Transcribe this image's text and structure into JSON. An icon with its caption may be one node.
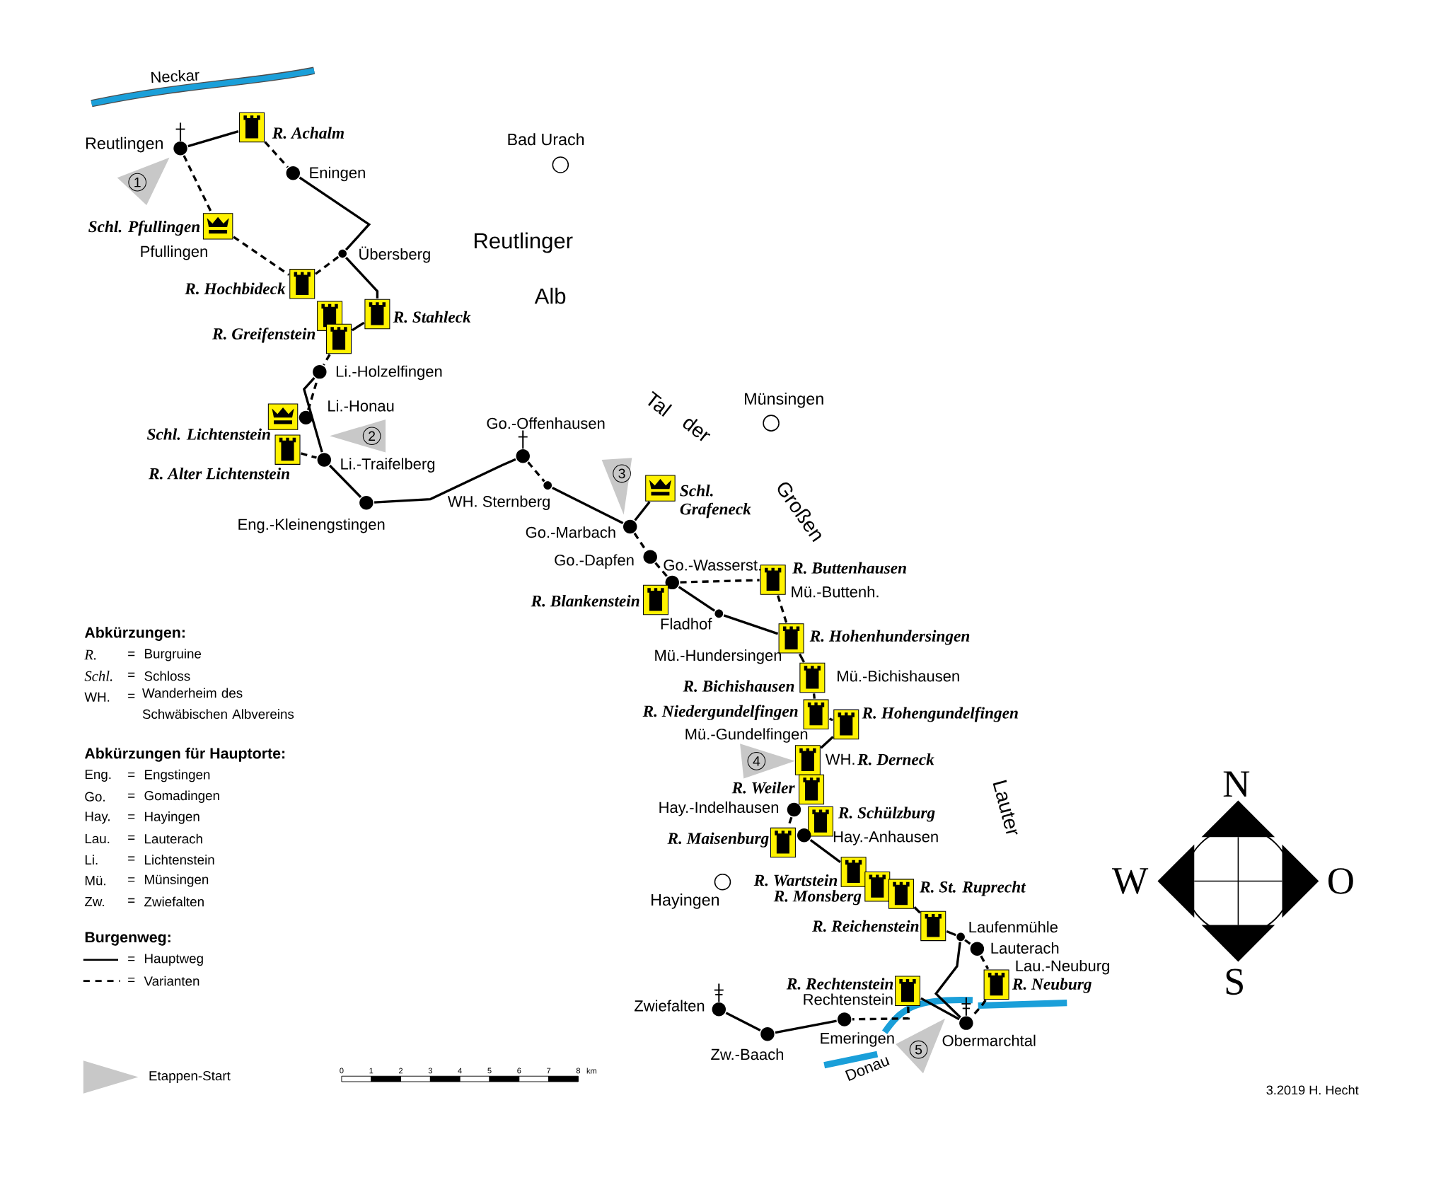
{
  "diagram": {
    "nodes": [
      {
        "text": [
          "Reutlingen"
        ]
      },
      {
        "text": [
          "R. Achalm"
        ]
      },
      {
        "text": [
          "Eningen"
        ]
      },
      {
        "text": [
          "Übersberg"
        ]
      },
      {
        "text": [
          "Schl. Pfullingen"
        ],
        "beside": [
          "Pfullingen"
        ]
      },
      {
        "text": [
          "R. Hochbideck"
        ]
      },
      {
        "text": [
          "R. Stahleck"
        ]
      },
      {
        "text": [],
        "shape": "picture"
      },
      {
        "text": [
          "R. Greifenstein"
        ]
      },
      {
        "text": [
          "Li.-Holzelfingen"
        ]
      },
      {
        "text": [
          "Schl. Lichtenstein"
        ]
      },
      {
        "text": [
          "Li.-Honau"
        ]
      },
      {
        "text": [
          "R. Alter Lichtenstein"
        ]
      },
      {
        "text": [
          "Li.-Traifelberg"
        ]
      },
      {
        "text": [
          "Eng.-Kleinengstingen"
        ]
      },
      {
        "text": [
          "Go.-Offenhausen"
        ]
      },
      {
        "text": [
          "WH. Sternberg"
        ]
      },
      {
        "text": [
          "Go.-Marbach"
        ]
      },
      {
        "text": [
          "Schl. Grafeneck"
        ]
      },
      {
        "text": [
          "Go.-Dapfen"
        ]
      },
      {
        "text": [
          "Go.-Wasserst."
        ]
      },
      {
        "text": [
          "R. Blankenstein"
        ]
      },
      {
        "text": [
          "R. Buttenhausen"
        ],
        "beside": [
          "Mü.-Buttenh."
        ]
      },
      {
        "text": [
          "Fladhof"
        ]
      },
      {
        "text": [
          "R. Hohenhundersingen"
        ],
        "beside": [
          "Mü.-Hundersingen"
        ]
      },
      {
        "text": [
          "R. Bichishausen"
        ],
        "beside": [
          "Mü.-Bichishausen"
        ]
      },
      {
        "text": [
          "R. Niedergundelfingen"
        ],
        "beside": [
          "Mü.-Gundelfingen"
        ]
      },
      {
        "text": [
          "R. Hohengundelfingen"
        ]
      },
      {
        "text": [
          "WH.",
          "R. Derneck"
        ]
      },
      {
        "text": [
          "R. Weiler"
        ]
      },
      {
        "text": [
          "Hay.-Indelhausen"
        ]
      },
      {
        "text": [
          "R. Schülzburg"
        ]
      },
      {
        "text": [
          "Hay.-Anhausen"
        ]
      },
      {
        "text": [
          "R. Maisenburg"
        ]
      },
      {
        "text": [
          "R. Wartstein"
        ]
      },
      {
        "text": [
          "R. Monsberg"
        ]
      },
      {
        "text": [
          "R. St. Ruprecht"
        ]
      },
      {
        "text": [
          "R. Reichenstein"
        ]
      },
      {
        "text": [
          "Laufenmühle"
        ]
      },
      {
        "text": [
          "Lauterach"
        ]
      },
      {
        "text": [
          "R. Neuburg"
        ],
        "beside": [
          "Lau.-Neuburg"
        ]
      },
      {
        "text": [
          "R. Rechtenstein"
        ],
        "beside": [
          "Rechtenstein"
        ]
      },
      {
        "text": [
          "Obermarchtal"
        ]
      },
      {
        "text": [
          "Emeringen"
        ]
      },
      {
        "text": [
          "Zw.-Baach"
        ]
      },
      {
        "text": [
          "Zwiefalten"
        ]
      }
    ],
    "edges": [
      {
        "from": 0,
        "to": 1,
        "arrow": "none"
      },
      {
        "from": 1,
        "to": 2,
        "arrow": "none",
        "style": "dashed"
      },
      {
        "from": 2,
        "to": 3,
        "arrow": "none"
      },
      {
        "from": 0,
        "to": 4,
        "arrow": "none",
        "style": "dashed"
      },
      {
        "from": 4,
        "to": 5,
        "arrow": "none",
        "style": "dashed"
      },
      {
        "from": 5,
        "to": 3,
        "arrow": "none",
        "style": "dashed"
      },
      {
        "from": 3,
        "to": 6,
        "arrow": "none"
      },
      {
        "from": 6,
        "to": 8,
        "arrow": "none"
      },
      {
        "from": 8,
        "to": 9,
        "arrow": "none",
        "style": "dashed"
      },
      {
        "from": 11,
        "to": 9,
        "arrow": "none",
        "style": "dashed"
      },
      {
        "from": 9,
        "to": 13,
        "arrow": "none"
      },
      {
        "from": 12,
        "to": 13,
        "arrow": "none",
        "style": "dashed"
      },
      {
        "from": 13,
        "to": 14,
        "arrow": "none"
      },
      {
        "from": 14,
        "to": 15,
        "arrow": "none"
      },
      {
        "from": 15,
        "to": 16,
        "arrow": "none",
        "style": "dashed"
      },
      {
        "from": 16,
        "to": 17,
        "arrow": "none"
      },
      {
        "from": 17,
        "to": 18,
        "arrow": "none"
      },
      {
        "from": 17,
        "to": 19,
        "arrow": "none",
        "style": "dashed"
      },
      {
        "from": 19,
        "to": 20,
        "arrow": "none",
        "style": "dashed"
      },
      {
        "from": 20,
        "to": 22,
        "arrow": "none",
        "style": "dashed"
      },
      {
        "from": 20,
        "to": 23,
        "arrow": "none"
      },
      {
        "from": 23,
        "to": 24,
        "arrow": "none"
      },
      {
        "from": 22,
        "to": 24,
        "arrow": "none",
        "style": "dashed"
      },
      {
        "from": 24,
        "to": 25,
        "arrow": "none"
      },
      {
        "from": 25,
        "to": 26,
        "arrow": "none"
      },
      {
        "from": 26,
        "to": 27,
        "arrow": "none"
      },
      {
        "from": 27,
        "to": 28,
        "arrow": "none"
      },
      {
        "from": 30,
        "to": 33,
        "arrow": "none",
        "style": "dashed"
      },
      {
        "from": 32,
        "to": 34,
        "arrow": "none"
      },
      {
        "from": 36,
        "to": 37,
        "arrow": "none"
      },
      {
        "from": 37,
        "to": 38,
        "arrow": "none"
      },
      {
        "from": 38,
        "to": 39,
        "arrow": "none",
        "style": "dashed"
      },
      {
        "from": 39,
        "to": 40,
        "arrow": "none",
        "style": "dashed"
      },
      {
        "from": 38,
        "to": 42,
        "arrow": "none"
      },
      {
        "from": 40,
        "to": 42,
        "arrow": "none",
        "style": "dashed"
      },
      {
        "from": 41,
        "to": 42,
        "arrow": "none"
      },
      {
        "from": 41,
        "to": 43,
        "arrow": "none",
        "style": "dashed"
      },
      {
        "from": 43,
        "to": 44,
        "arrow": "none"
      },
      {
        "from": 44,
        "to": 45,
        "arrow": "none"
      }
    ],
    "labels": [
      "Neckar",
      "Bad Urach",
      "1",
      "Reutlinger",
      "Alb",
      "Münsingen",
      "Tal",
      "2",
      "der",
      "3",
      "Großen",
      "Abkürzungen:",
      "R.",
      "=",
      "Burgruine",
      "Schl.",
      "=",
      "Schloss",
      "WH.",
      "=",
      "Wanderheim des Schwäbischen Albvereins",
      "Abkürzungen für Hauptorte:",
      "Eng.",
      "=",
      "Engstingen",
      "Go.",
      "=",
      "Gomadingen",
      "Hay.",
      "=",
      "Hayingen",
      "Lau.",
      "=",
      "Lauterach",
      "Li.",
      "=",
      "Lichtenstein",
      "Mü.",
      "=",
      "Münsingen",
      "Zw.",
      "=",
      "Zwiefalten",
      "4",
      "Lauter",
      "N",
      "W",
      "Hayingen",
      "O",
      "Burgenweg:",
      "=",
      "=",
      "S",
      "5",
      "Donau",
      "0",
      "1",
      "2",
      "3",
      "4",
      "5",
      "6",
      "7",
      "8",
      "km",
      "3.2019 H. Hecht"
    ],
    "legend": [
      {
        "text": "Hauptweg"
      },
      {
        "text": "Varianten"
      },
      {
        "text": "Etappen-Start"
      }
    ]
  }
}
